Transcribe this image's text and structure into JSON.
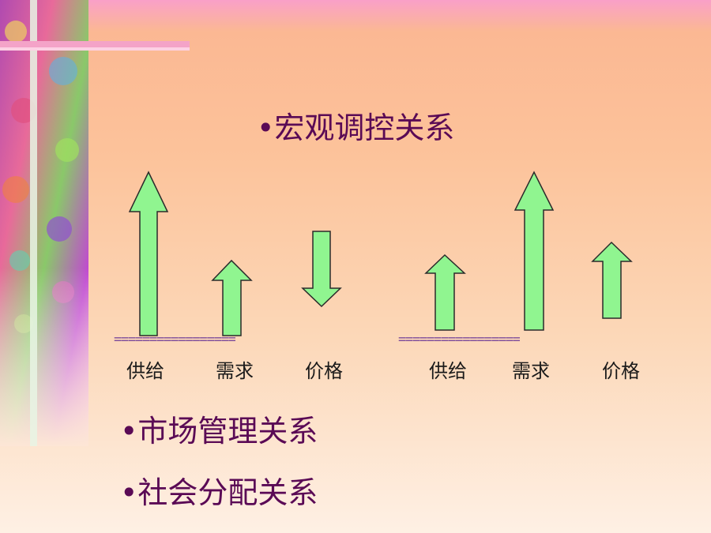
{
  "colors": {
    "arrow_fill": "#90f590",
    "arrow_stroke": "#2a2a2a",
    "heading_color": "#5a0a55"
  },
  "bullets": {
    "macro": "•宏观调控关系",
    "market": "•市场管理关系",
    "social": "•社会分配关系"
  },
  "left_diagram": {
    "separator": "=================",
    "labels": [
      "供给",
      "需求",
      "价格"
    ],
    "arrows": [
      {
        "name": "供给",
        "direction": "up",
        "magnitude": 3
      },
      {
        "name": "需求",
        "direction": "up",
        "magnitude": 1.5
      },
      {
        "name": "价格",
        "direction": "down",
        "magnitude": 1
      }
    ]
  },
  "right_diagram": {
    "separator": "=================",
    "labels": [
      "供给",
      "需求",
      "价格"
    ],
    "arrows": [
      {
        "name": "供给",
        "direction": "up",
        "magnitude": 1.5
      },
      {
        "name": "需求",
        "direction": "up",
        "magnitude": 3
      },
      {
        "name": "价格",
        "direction": "up",
        "magnitude": 1.5
      }
    ]
  }
}
